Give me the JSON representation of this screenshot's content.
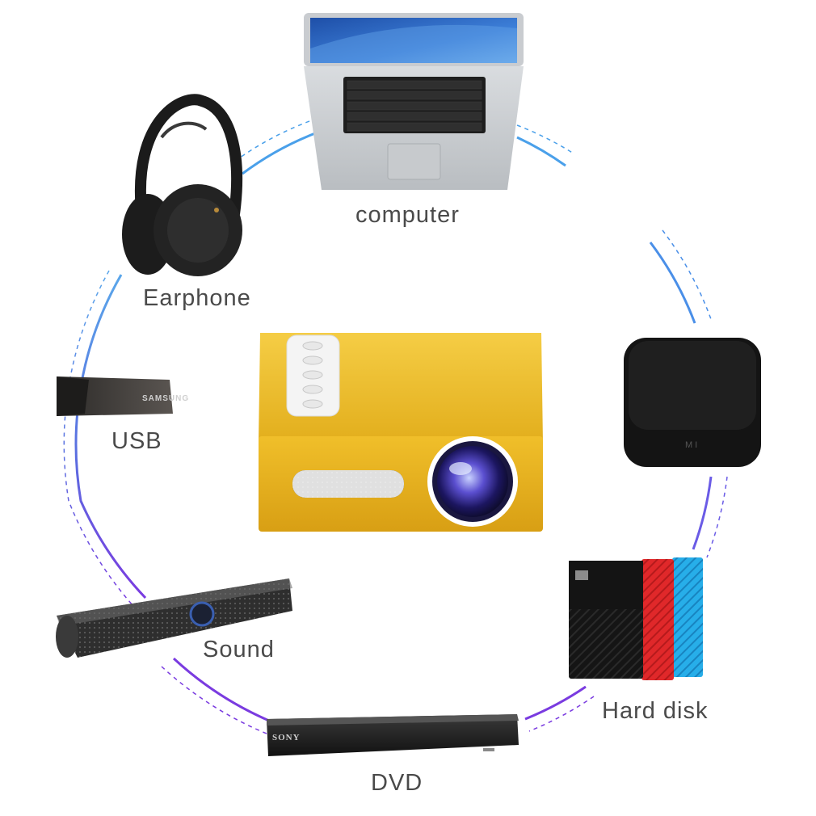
{
  "labels": {
    "computer": "computer",
    "earphone": "Earphone",
    "usb": "USB",
    "sound": "Sound",
    "dvd": "DVD",
    "hard_disk": "Hard disk"
  },
  "brand_marks": {
    "usb_brand": "SAMSUNG",
    "tvbox_brand": "MI",
    "dvd_brand": "SONY"
  },
  "colors": {
    "ring_blue": "#3b8fe0",
    "ring_purple": "#6a3be0",
    "projector_yellow": "#f3c530",
    "disk_black": "#1a1a1a",
    "disk_red": "#e0282a",
    "disk_blue": "#1ea7e8"
  }
}
